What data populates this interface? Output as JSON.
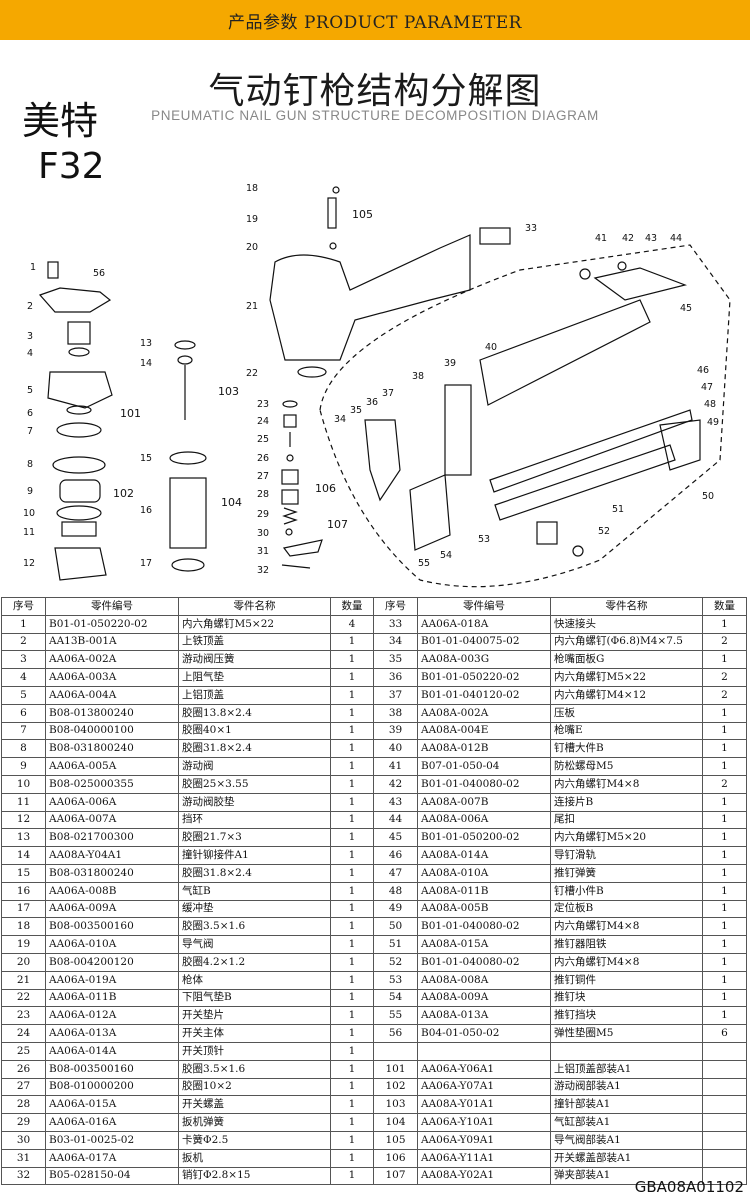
{
  "banner": "产品参数 PRODUCT PARAMETER",
  "title": "气动钉枪结构分解图",
  "subtitle": "PNEUMATIC NAIL GUN STRUCTURE DECOMPOSITION DIAGRAM",
  "brand": "美特",
  "model": "F32",
  "doc_code": "GBA08A01102",
  "callouts": [
    "1",
    "2",
    "3",
    "4",
    "5",
    "6",
    "7",
    "8",
    "9",
    "10",
    "11",
    "12",
    "13",
    "14",
    "15",
    "16",
    "17",
    "18",
    "19",
    "20",
    "21",
    "22",
    "23",
    "24",
    "25",
    "26",
    "27",
    "28",
    "29",
    "30",
    "31",
    "32",
    "33",
    "34",
    "35",
    "36",
    "37",
    "38",
    "39",
    "40",
    "41",
    "42",
    "43",
    "44",
    "45",
    "46",
    "47",
    "48",
    "49",
    "50",
    "51",
    "52",
    "53",
    "54",
    "55",
    "56",
    "101",
    "102",
    "103",
    "104",
    "105",
    "106",
    "107"
  ],
  "table": {
    "headers": [
      "序号",
      "零件编号",
      "零件名称",
      "数量",
      "序号",
      "零件编号",
      "零件名称",
      "数量"
    ],
    "rows": [
      [
        "1",
        "B01-01-050220-02",
        "内六角螺钉M5×22",
        "4",
        "33",
        "AA06A-018A",
        "快速接头",
        "1"
      ],
      [
        "2",
        "AA13B-001A",
        "上铁顶盖",
        "1",
        "34",
        "B01-01-040075-02",
        "内六角螺钉(Φ6.8)M4×7.5",
        "2"
      ],
      [
        "3",
        "AA06A-002A",
        "游动阀压簧",
        "1",
        "35",
        "AA08A-003G",
        "枪嘴面板G",
        "1"
      ],
      [
        "4",
        "AA06A-003A",
        "上阻气垫",
        "1",
        "36",
        "B01-01-050220-02",
        "内六角螺钉M5×22",
        "2"
      ],
      [
        "5",
        "AA06A-004A",
        "上铝顶盖",
        "1",
        "37",
        "B01-01-040120-02",
        "内六角螺钉M4×12",
        "2"
      ],
      [
        "6",
        "B08-013800240",
        "胶圈13.8×2.4",
        "1",
        "38",
        "AA08A-002A",
        "压板",
        "1"
      ],
      [
        "7",
        "B08-040000100",
        "胶圈40×1",
        "1",
        "39",
        "AA08A-004E",
        "枪嘴E",
        "1"
      ],
      [
        "8",
        "B08-031800240",
        "胶圈31.8×2.4",
        "1",
        "40",
        "AA08A-012B",
        "钉槽大件B",
        "1"
      ],
      [
        "9",
        "AA06A-005A",
        "游动阀",
        "1",
        "41",
        "B07-01-050-04",
        "防松螺母M5",
        "1"
      ],
      [
        "10",
        "B08-025000355",
        "胶圈25×3.55",
        "1",
        "42",
        "B01-01-040080-02",
        "内六角螺钉M4×8",
        "2"
      ],
      [
        "11",
        "AA06A-006A",
        "游动阀胶垫",
        "1",
        "43",
        "AA08A-007B",
        "连接片B",
        "1"
      ],
      [
        "12",
        "AA06A-007A",
        "挡环",
        "1",
        "44",
        "AA08A-006A",
        "尾扣",
        "1"
      ],
      [
        "13",
        "B08-021700300",
        "胶圈21.7×3",
        "1",
        "45",
        "B01-01-050200-02",
        "内六角螺钉M5×20",
        "1"
      ],
      [
        "14",
        "AA08A-Y04A1",
        "撞针铆接件A1",
        "1",
        "46",
        "AA08A-014A",
        "导钉滑轨",
        "1"
      ],
      [
        "15",
        "B08-031800240",
        "胶圈31.8×2.4",
        "1",
        "47",
        "AA08A-010A",
        "推钉弹簧",
        "1"
      ],
      [
        "16",
        "AA06A-008B",
        "气缸B",
        "1",
        "48",
        "AA08A-011B",
        "钉槽小件B",
        "1"
      ],
      [
        "17",
        "AA06A-009A",
        "缓冲垫",
        "1",
        "49",
        "AA08A-005B",
        "定位板B",
        "1"
      ],
      [
        "18",
        "B08-003500160",
        "胶圈3.5×1.6",
        "1",
        "50",
        "B01-01-040080-02",
        "内六角螺钉M4×8",
        "1"
      ],
      [
        "19",
        "AA06A-010A",
        "导气阀",
        "1",
        "51",
        "AA08A-015A",
        "推钉器阻铁",
        "1"
      ],
      [
        "20",
        "B08-004200120",
        "胶圈4.2×1.2",
        "1",
        "52",
        "B01-01-040080-02",
        "内六角螺钉M4×8",
        "1"
      ],
      [
        "21",
        "AA06A-019A",
        "枪体",
        "1",
        "53",
        "AA08A-008A",
        "推钉铜件",
        "1"
      ],
      [
        "22",
        "AA06A-011B",
        "下阻气垫B",
        "1",
        "54",
        "AA08A-009A",
        "推钉块",
        "1"
      ],
      [
        "23",
        "AA06A-012A",
        "开关垫片",
        "1",
        "55",
        "AA08A-013A",
        "推钉挡块",
        "1"
      ],
      [
        "24",
        "AA06A-013A",
        "开关主体",
        "1",
        "56",
        "B04-01-050-02",
        "弹性垫圈M5",
        "6"
      ],
      [
        "25",
        "AA06A-014A",
        "开关顶针",
        "1",
        "",
        "",
        "",
        ""
      ],
      [
        "26",
        "B08-003500160",
        "胶圈3.5×1.6",
        "1",
        "101",
        "AA06A-Y06A1",
        "上铝顶盖部装A1",
        ""
      ],
      [
        "27",
        "B08-010000200",
        "胶圈10×2",
        "1",
        "102",
        "AA06A-Y07A1",
        "游动阀部装A1",
        ""
      ],
      [
        "28",
        "AA06A-015A",
        "开关螺盖",
        "1",
        "103",
        "AA08A-Y01A1",
        "撞针部装A1",
        ""
      ],
      [
        "29",
        "AA06A-016A",
        "扳机弹簧",
        "1",
        "104",
        "AA06A-Y10A1",
        "气缸部装A1",
        ""
      ],
      [
        "30",
        "B03-01-0025-02",
        "卡簧Φ2.5",
        "1",
        "105",
        "AA06A-Y09A1",
        "导气阀部装A1",
        ""
      ],
      [
        "31",
        "AA06A-017A",
        "扳机",
        "1",
        "106",
        "AA06A-Y11A1",
        "开关螺盖部装A1",
        ""
      ],
      [
        "32",
        "B05-028150-04",
        "销钉Φ2.8×15",
        "1",
        "107",
        "AA08A-Y02A1",
        "弹夹部装A1",
        ""
      ]
    ]
  }
}
